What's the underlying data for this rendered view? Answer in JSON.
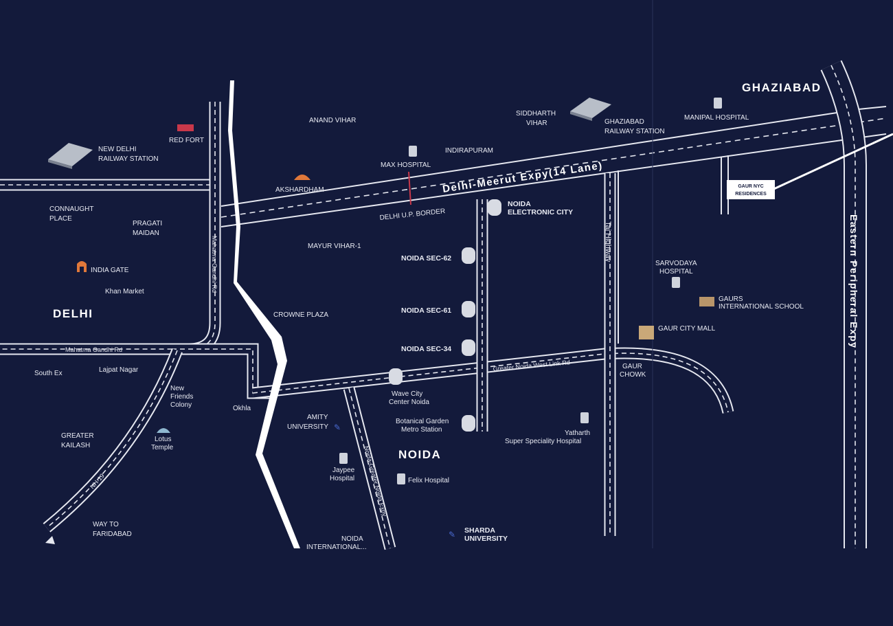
{
  "regions": {
    "delhi": "DELHI",
    "noida": "NOIDA",
    "ghaziabad": "GHAZIABAD"
  },
  "roads": {
    "delhi_meerut": "Delhi-Meerut Expy(14 Lane)",
    "eastern_peripheral": "Eastern Peripheral Expy",
    "taj_highway": "Taj Highway",
    "mahatma_gandhi_h": "Mahatma Gandhi Rd",
    "mahatma_gandhi_v": "Mahatma Gandhi Rd",
    "gn_west_link": "Greater Noida West Link Rd",
    "noida_gn_expy": "Noida-Greater Noida Expy",
    "nh19": "NH-19"
  },
  "places": {
    "new_delhi_rs_1": "NEW DELHI",
    "new_delhi_rs_2": "RAILWAY STATION",
    "red_fort": "RED FORT",
    "anand_vihar": "ANAND VIHAR",
    "akshardham": "AKSHARDHAM",
    "max_hospital": "MAX HOSPITAL",
    "indirapuram": "INDIRAPURAM",
    "delhi_up_border": "DELHI U.P. BORDER",
    "siddharth_1": "SIDDHARTH",
    "siddharth_2": "VIHAR",
    "ghaziabad_rs_1": "GHAZIABAD",
    "ghaziabad_rs_2": "RAILWAY STATION",
    "manipal": "MANIPAL HOSPITAL",
    "connaught_1": "CONNAUGHT",
    "connaught_2": "PLACE",
    "pragati_1": "PRAGATI",
    "pragati_2": "MAIDAN",
    "india_gate": "INDIA GATE",
    "khan_market": "Khan Market",
    "mayur_vihar": "MAYUR VIHAR-1",
    "crowne_plaza": "CROWNE PLAZA",
    "noida_ec_1": "NOIDA",
    "noida_ec_2": "ELECTRONIC CITY",
    "sec62": "NOIDA SEC-62",
    "sec61": "NOIDA SEC-61",
    "sec34": "NOIDA SEC-34",
    "wave_1": "Wave City",
    "wave_2": "Center Noida",
    "botanical_1": "Botanical Garden",
    "botanical_2": "Metro Station",
    "south_ex": "South Ex",
    "lajpat": "Lajpat Nagar",
    "nfc_1": "New",
    "nfc_2": "Friends",
    "nfc_3": "Colony",
    "okhla": "Okhla",
    "gk_1": "GREATER",
    "gk_2": "KAILASH",
    "lotus_1": "Lotus",
    "lotus_2": "Temple",
    "amity_1": "AMITY",
    "amity_2": "UNIVERSITY",
    "jaypee_1": "Jaypee",
    "jaypee_2": "Hospital",
    "felix": "Felix Hospital",
    "sharda_1": "SHARDA",
    "sharda_2": "UNIVERSITY",
    "noida_intl_1": "NOIDA",
    "noida_intl_2": "INTERNATIONAL...",
    "faridabad_1": "WAY TO",
    "faridabad_2": "FARIDABAD",
    "yatharth_1": "Yatharth",
    "yatharth_2": "Super Speciality Hospital",
    "sarvodaya_1": "SARVODAYA",
    "sarvodaya_2": "HOSPITAL",
    "gaurs_school_1": "GAURS",
    "gaurs_school_2": "INTERNATIONAL SCHOOL",
    "gaur_mall": "GAUR CITY MALL",
    "gaur_chowk_1": "GAUR",
    "gaur_chowk_2": "CHOWK"
  },
  "project": {
    "line1": "GAUR NYC",
    "line2": "RESIDENCES"
  },
  "colors": {
    "background": "#131a3b",
    "road": "#e6e8f0",
    "landmark": "#e0783a",
    "red_fort": "#c8384a"
  }
}
